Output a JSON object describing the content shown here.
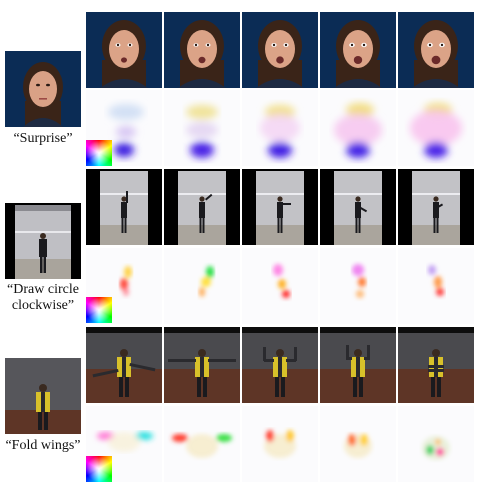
{
  "rows": [
    {
      "key": "surprise",
      "caption_lines": [
        "“Surprise”"
      ],
      "kind": "face",
      "frame_count": 5
    },
    {
      "key": "draw-circle",
      "caption_lines": [
        "“Draw circle",
        "clockwise”"
      ],
      "kind": "gym",
      "frame_count": 5
    },
    {
      "key": "fold-wings",
      "caption_lines": [
        "“Fold wings”"
      ],
      "kind": "fold",
      "frame_count": 5
    }
  ],
  "colors": {
    "face_background": "#0b2c55",
    "gym_background": "#000000",
    "fold_wall": "#4a4a4e",
    "fold_floor": "#5e3526",
    "vest": "#d8c12a",
    "flow_background": "#fbfbfd"
  }
}
